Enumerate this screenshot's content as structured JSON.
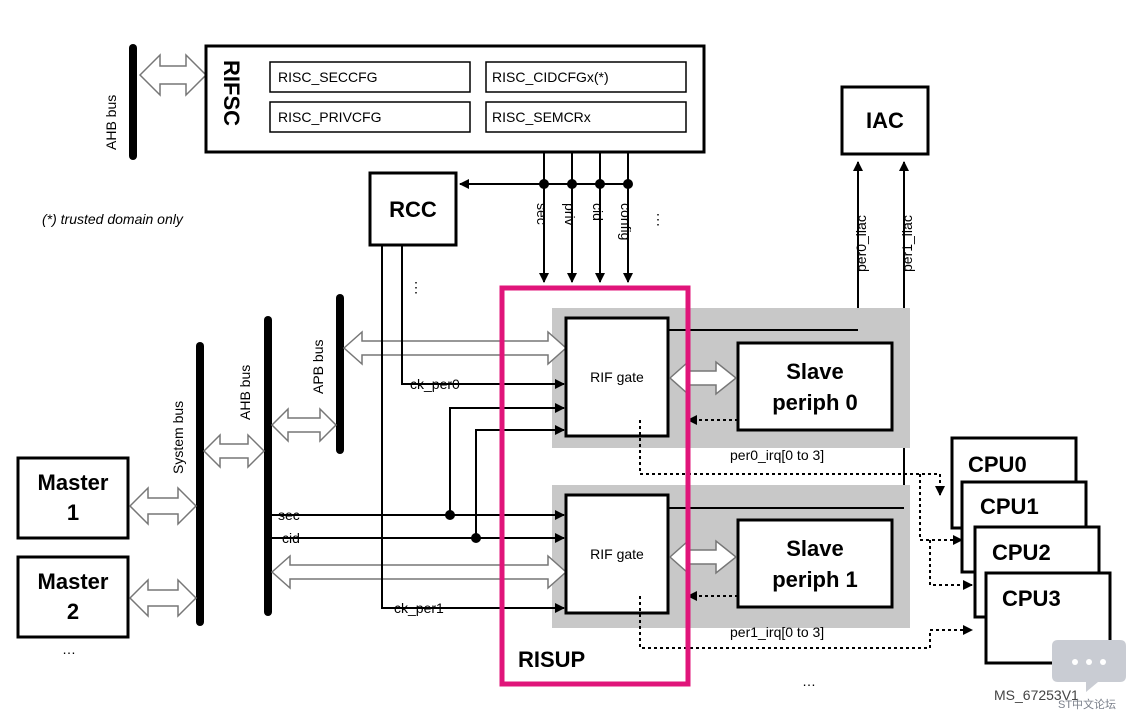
{
  "rifsc": {
    "title": "RIFSC",
    "regs": [
      "RISC_SECCFG",
      "RISC_CIDCFGx(*)",
      "RISC_PRIVCFG",
      "RISC_SEMCRx"
    ]
  },
  "note": "(*) trusted domain only",
  "rcc": "RCC",
  "iac": "IAC",
  "signals": {
    "sec": "sec",
    "priv": "priv",
    "cid": "cid",
    "config": "config",
    "ellipsis": "⋮"
  },
  "buses": {
    "ahb_top": "AHB bus",
    "system": "System bus",
    "ahb": "AHB bus",
    "apb": "APB bus"
  },
  "masters": [
    "Master\n1",
    "Master\n2"
  ],
  "masters_ellipsis": "…",
  "risup": "RISUP",
  "rif_gate": "RIF gate",
  "slaves": [
    {
      "line1": "Slave",
      "line2": "periph 0",
      "irq": "per0_irq[0 to 3]",
      "ilac": "per0_ilac",
      "ck": "ck_per0"
    },
    {
      "line1": "Slave",
      "line2": "periph 1",
      "irq": "per1_irq[0 to 3]",
      "ilac": "per1_ilac",
      "ck": "ck_per1"
    }
  ],
  "bus_signals": {
    "sec": "sec",
    "cid": "cid"
  },
  "cpus": [
    "CPU0",
    "CPU1",
    "CPU2",
    "CPU3"
  ],
  "bottom_ellipsis": "…",
  "ref": "MS_67253V1",
  "watermark": "ST中文论坛"
}
